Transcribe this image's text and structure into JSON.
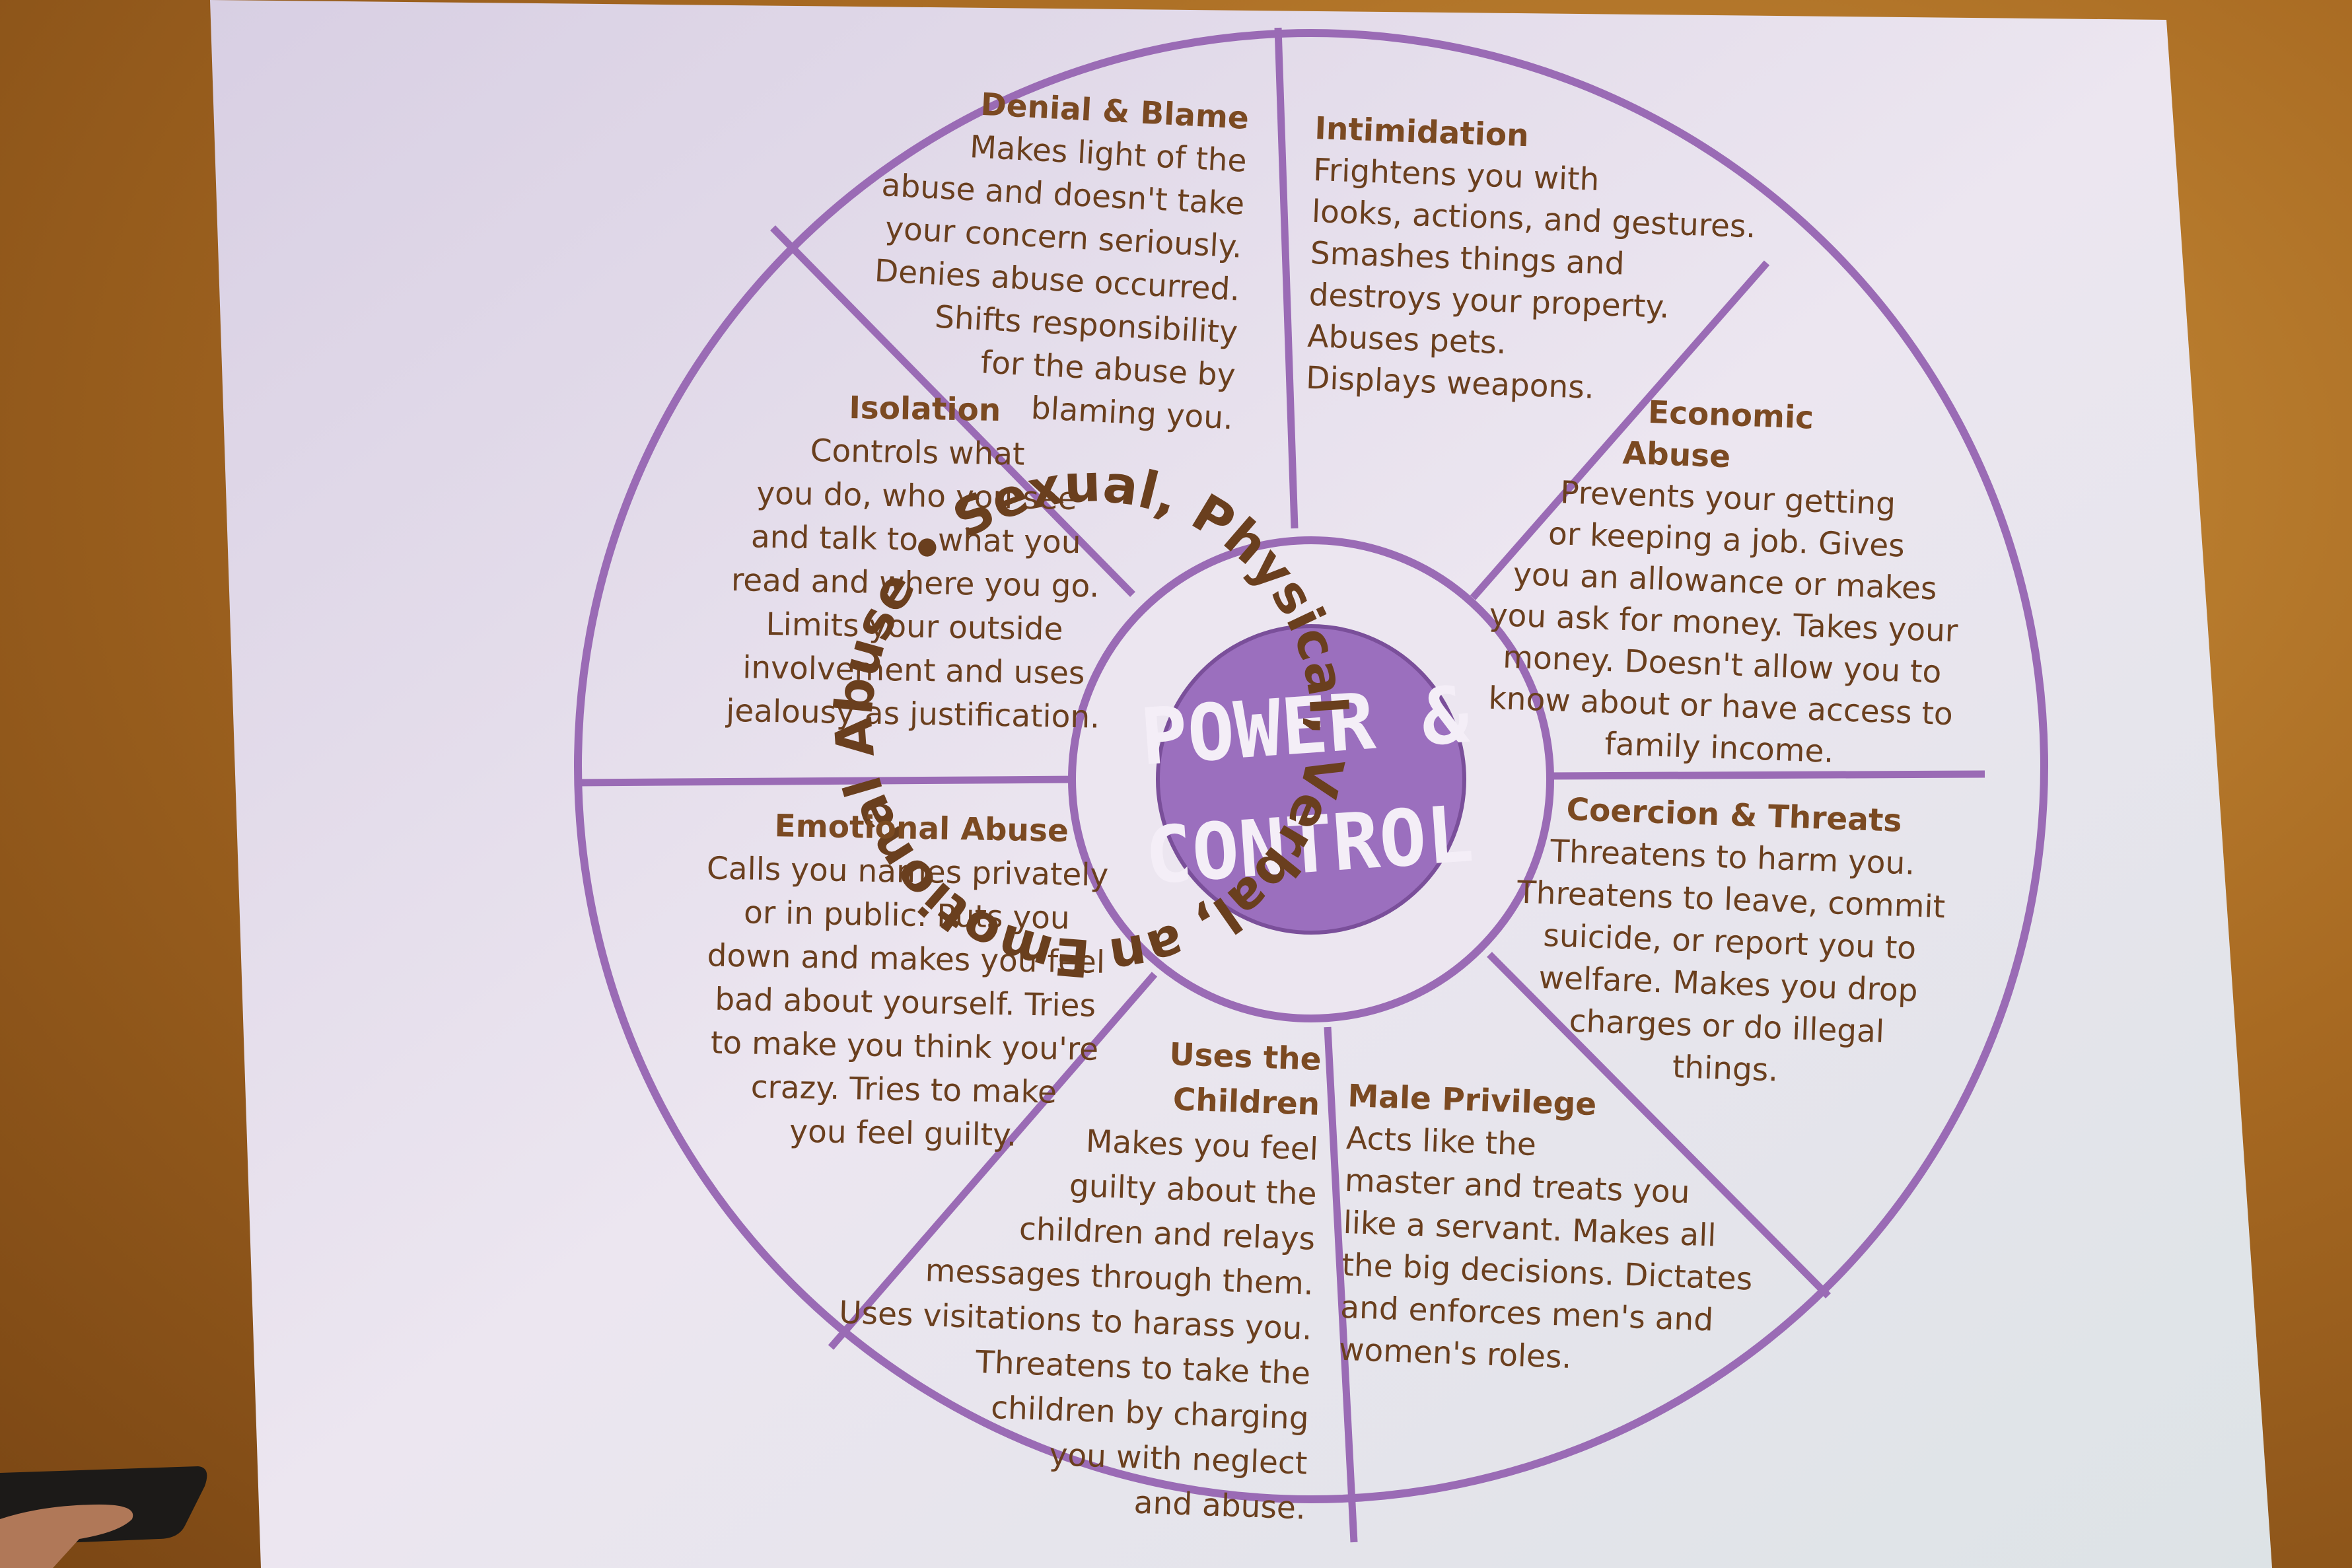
{
  "hub": {
    "line1": "POWER &",
    "line2": "CONTROL"
  },
  "ring": {
    "text": "Emotional Abuse • Sexual, Physical, Verbal, and Emotional Abuse"
  },
  "segments": [
    {
      "key": "denial",
      "title": "Denial & Blame",
      "lines": [
        "Makes light of the",
        "abuse and doesn't take",
        "your concern seriously.",
        "Denies abuse occurred.",
        "Shifts responsibility",
        "for the abuse by",
        "blaming you."
      ]
    },
    {
      "key": "intimidation",
      "title": "Intimidation",
      "lines": [
        "Frightens you with",
        "looks, actions, and gestures.",
        "Smashes things and",
        "destroys your property.",
        "Abuses pets.",
        "Displays weapons."
      ]
    },
    {
      "key": "economic",
      "title_lines": [
        "Economic",
        "Abuse"
      ],
      "lines": [
        "Prevents your getting",
        "or keeping a job. Gives",
        "you an allowance or makes",
        "you ask for money. Takes your",
        "money. Doesn't allow you to",
        "know about or have access to",
        "family income."
      ]
    },
    {
      "key": "coercion",
      "title": "Coercion & Threats",
      "lines": [
        "Threatens to harm you.",
        "Threatens to leave, commit",
        "suicide, or report you to",
        "welfare. Makes you drop",
        "charges or do illegal",
        "things."
      ]
    },
    {
      "key": "male",
      "title": "Male Privilege",
      "lines": [
        "Acts like the",
        "master and treats you",
        "like a servant. Makes all",
        "the big decisions. Dictates",
        "and enforces men's and",
        "women's roles."
      ]
    },
    {
      "key": "children",
      "title_lines": [
        "Uses the",
        "Children"
      ],
      "lines": [
        "Makes you feel",
        "guilty about the",
        "children and relays",
        "messages through them.",
        "Uses visitations to harass you.",
        "Threatens to take the",
        "children by charging",
        "you with neglect",
        "and abuse."
      ]
    },
    {
      "key": "emotional",
      "title": "Emotional Abuse",
      "lines": [
        "Calls you names privately",
        "or in public. Puts you",
        "down and makes you feel",
        "bad about yourself. Tries",
        "to make you think you're",
        "crazy. Tries to make",
        "you feel guilty."
      ]
    },
    {
      "key": "isolation",
      "title": "Isolation",
      "lines": [
        "Controls what",
        "you do, who you see",
        "and talk to, what you",
        "read and where you go.",
        "Limits your outside",
        "involvement and uses",
        "jealousy as justification."
      ]
    }
  ],
  "colors": {
    "wheel_line": "#9a6bb5",
    "hub_fill": "#9b6fbe",
    "text": "#6a3f1e",
    "screen_bg": "#e9e2ee"
  }
}
